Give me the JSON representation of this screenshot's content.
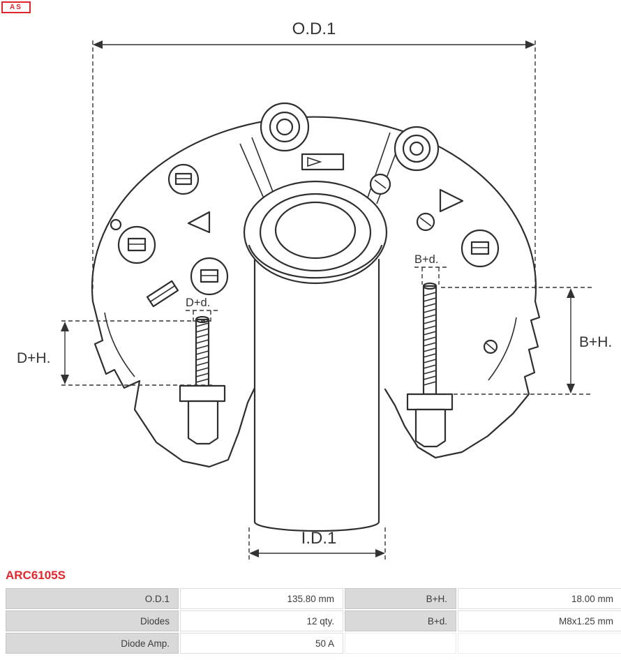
{
  "logo": {
    "text": "AS"
  },
  "part_number": "ARC6105S",
  "drawing": {
    "labels": {
      "od1": "O.D.1",
      "id1": "I.D.1",
      "dh": "D+H.",
      "bh": "B+H.",
      "dd": "D+d.",
      "bd": "B+d."
    }
  },
  "spec_table": {
    "rows": [
      {
        "label1": "O.D.1",
        "value1": "135.80 mm",
        "label2": "B+H.",
        "value2": "18.00 mm"
      },
      {
        "label1": "Diodes",
        "value1": "12 qty.",
        "label2": "B+d.",
        "value2": "M8x1.25 mm"
      },
      {
        "label1": "Diode Amp.",
        "value1": "50 A",
        "label2": "",
        "value2": ""
      }
    ]
  },
  "colors": {
    "accent_red": "#e0262d",
    "drawing_line": "#2e2e2e",
    "table_label_bg": "#d9d9d9"
  }
}
